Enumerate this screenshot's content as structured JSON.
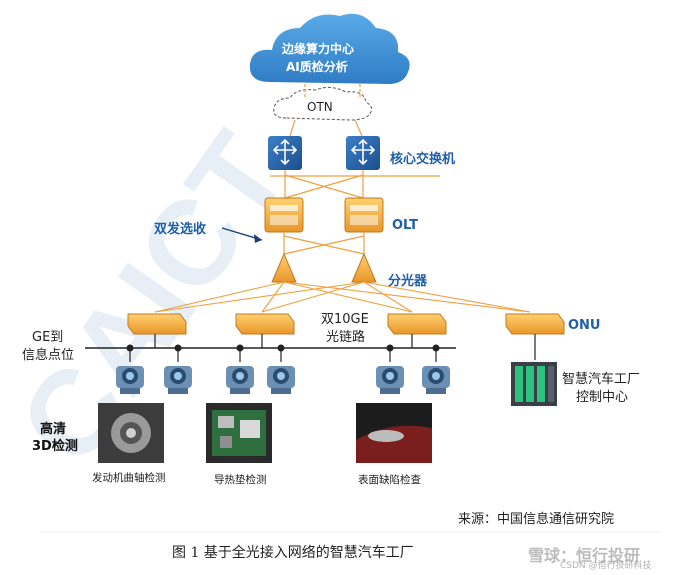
{
  "cloud": {
    "line1": "边缘算力中心",
    "line2": "AI质检分析"
  },
  "otn_label": "OTN",
  "core_switch_label": "核心交换机",
  "olt_label": "OLT",
  "splitter_label": "分光器",
  "dual_feed_label": "双发选收",
  "onu_label": "ONU",
  "link_label": {
    "line1": "双10GE",
    "line2": "光链路"
  },
  "ge_label": {
    "line1": "GE到",
    "line2": "信息点位"
  },
  "control_center": {
    "line1": "智慧汽车工厂",
    "line2": "控制中心"
  },
  "hd3d_label": {
    "line1": "高清",
    "line2": "3D检测"
  },
  "photo_captions": [
    "发动机曲轴检测",
    "导热垫检测",
    "表面缺陷检查"
  ],
  "watermark_text": "CAICT",
  "source_text": "来源：中国信息通信研究院",
  "figure_caption": "图 1  基于全光接入网络的智慧汽车工厂",
  "corner_watermark": {
    "main": "雪球：恒行投研",
    "small": "CSDN @恒行投研科技"
  },
  "colors": {
    "fiber": "#f0a040",
    "device_blue": "#1f5fa8",
    "onu_orange": "#f4b03c",
    "cloud_blue": "#4a98d8"
  }
}
